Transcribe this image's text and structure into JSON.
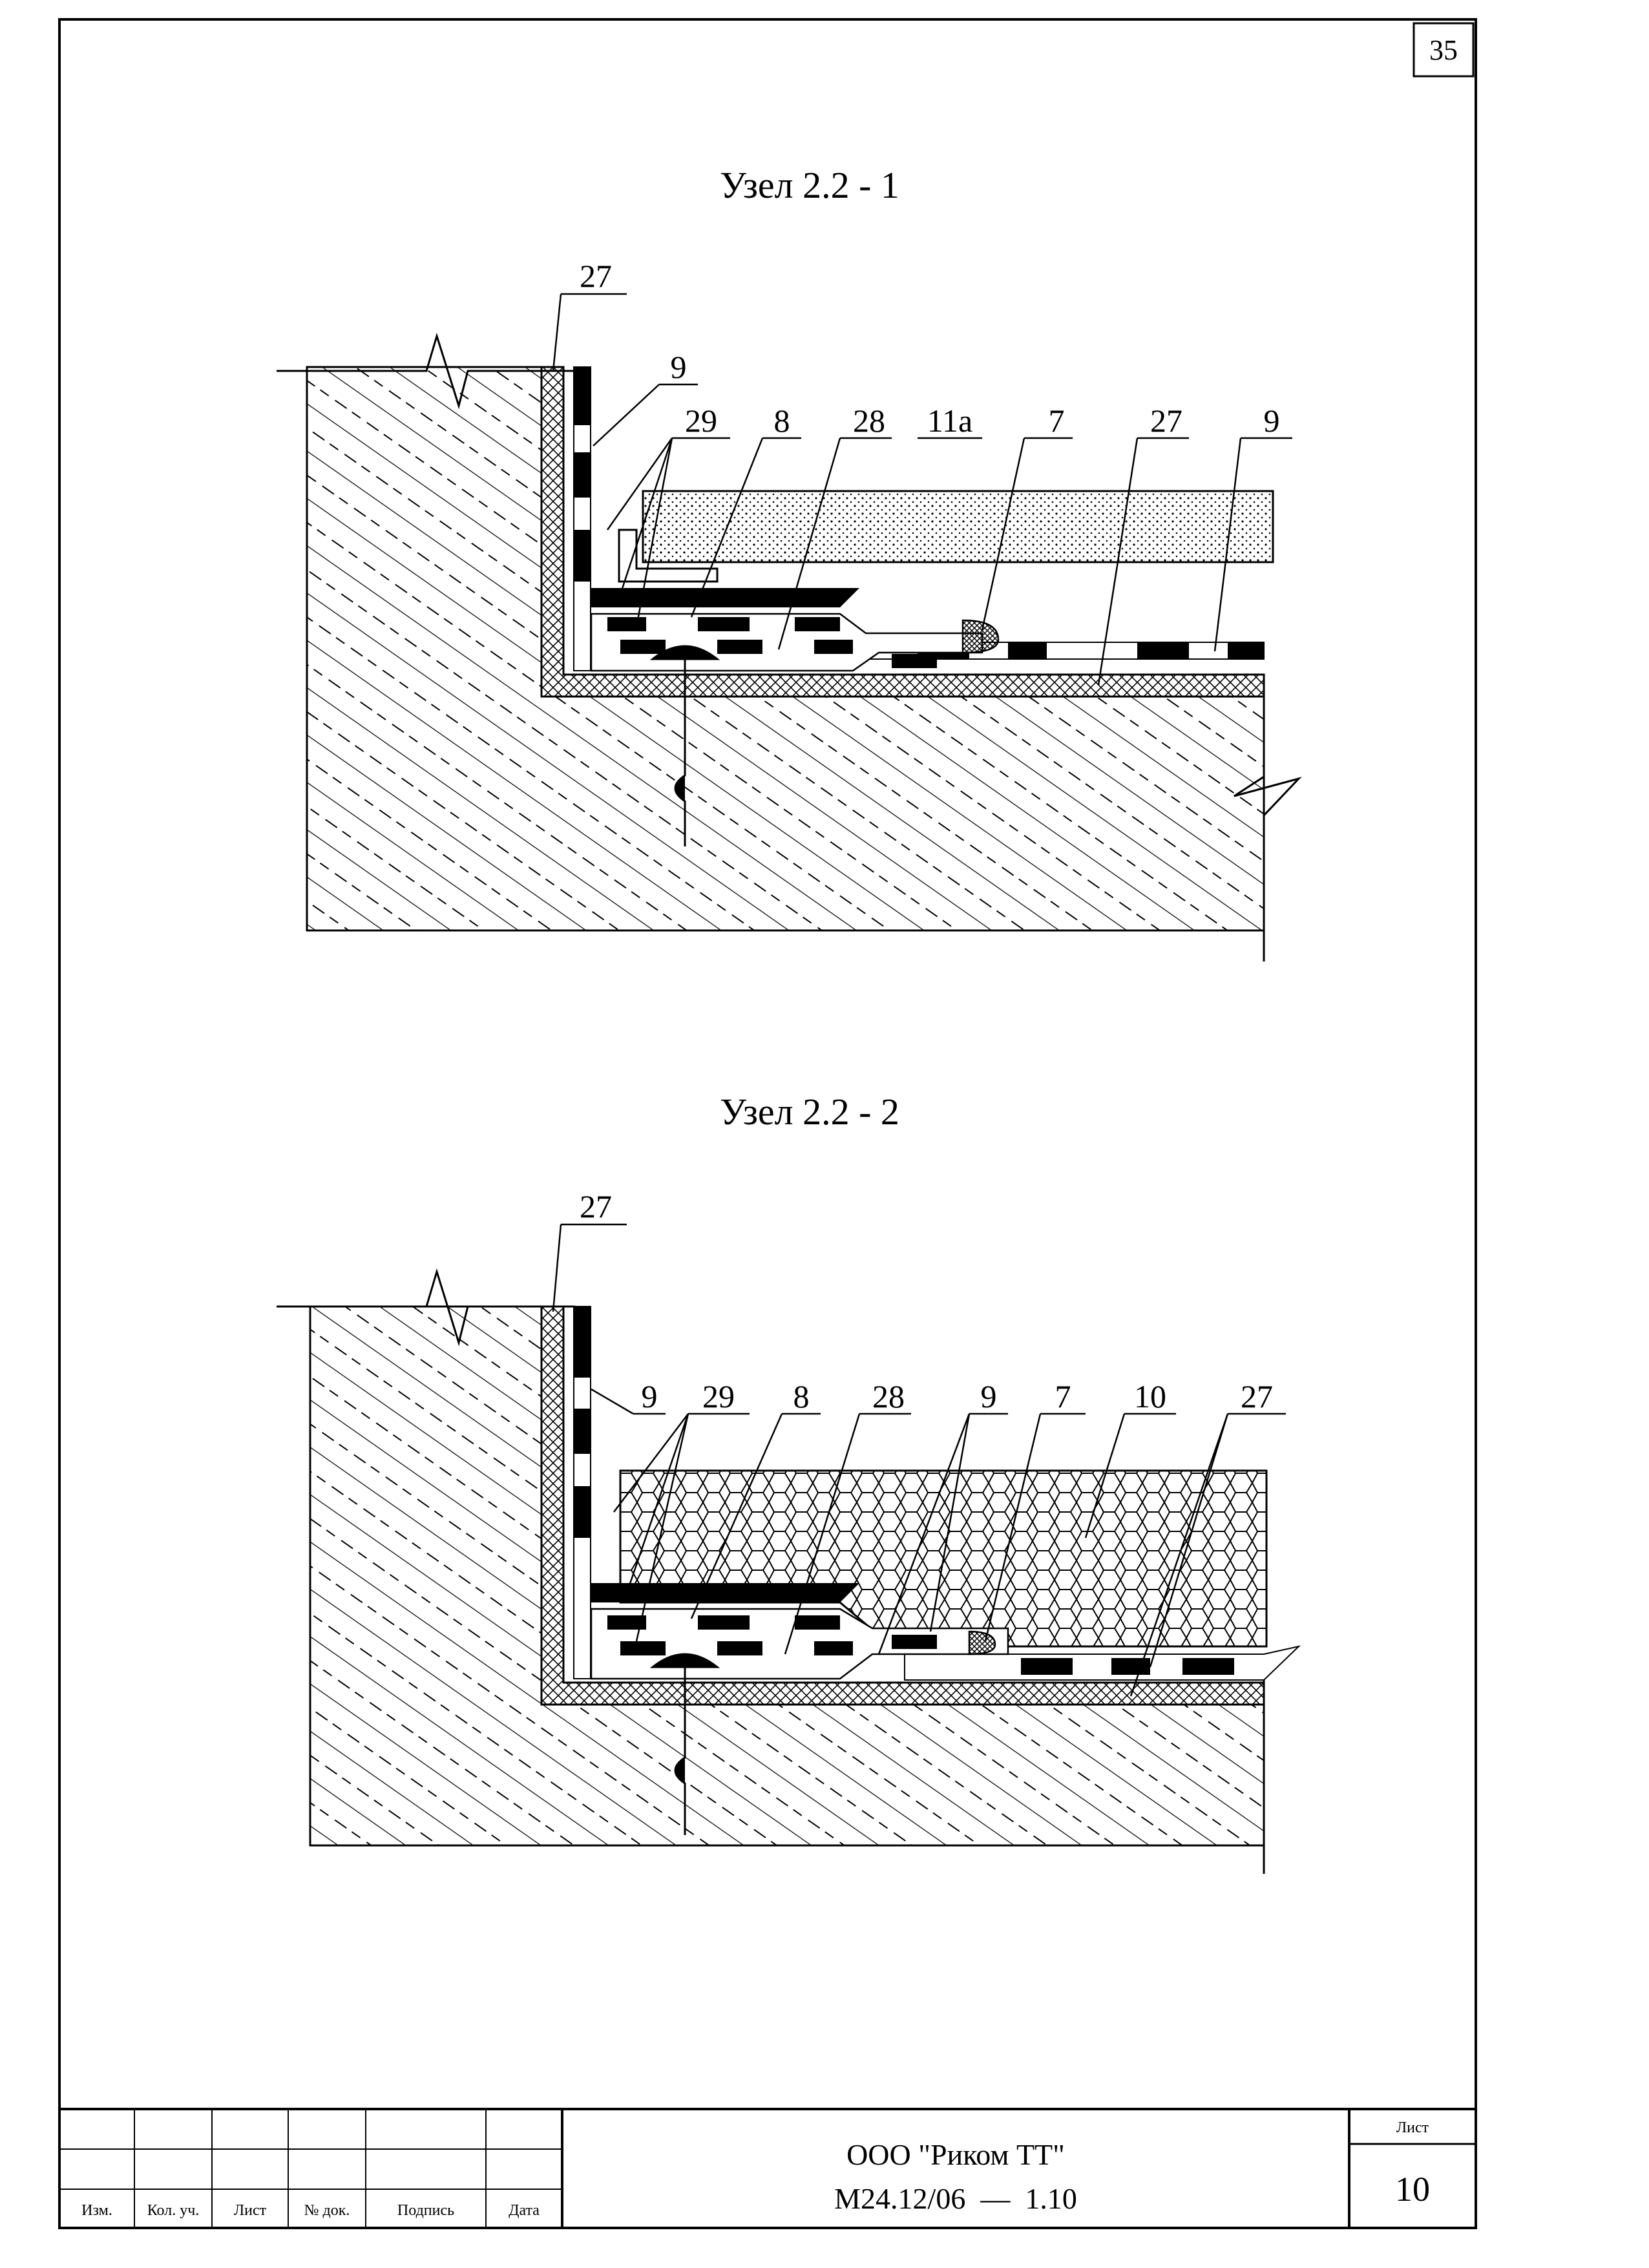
{
  "page": {
    "number": "35"
  },
  "node1": {
    "title": "Узел 2.2 - 1",
    "callouts": [
      "27",
      "9",
      "29",
      "8",
      "28",
      "11а",
      "7",
      "27",
      "9"
    ]
  },
  "node2": {
    "title": "Узел 2.2 - 2",
    "callouts": [
      "27",
      "9",
      "29",
      "8",
      "28",
      "9",
      "7",
      "10",
      "27"
    ]
  },
  "title_block": {
    "columns": [
      "Изм.",
      "Кол. уч.",
      "Лист",
      "№ док.",
      "Подпись",
      "Дата"
    ],
    "company": "ООО \"Риком ТТ\"",
    "doc_code": "М24.12/06  —  1.10",
    "sheet_label": "Лист",
    "sheet_number": "10"
  },
  "colors": {
    "ink": "#000000",
    "paper": "#ffffff"
  }
}
